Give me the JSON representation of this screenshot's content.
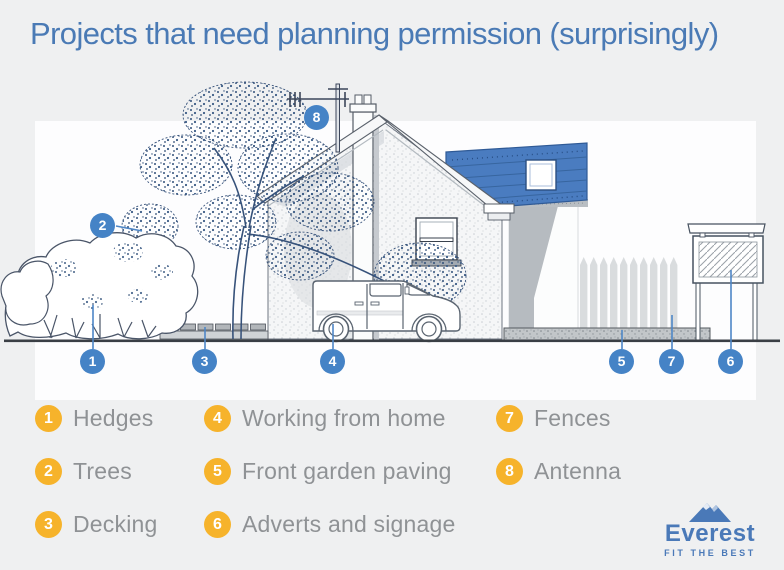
{
  "title": "Projects that need planning permission (surprisingly)",
  "legend": {
    "items": [
      {
        "num": "1",
        "label": "Hedges"
      },
      {
        "num": "2",
        "label": "Trees"
      },
      {
        "num": "3",
        "label": "Decking"
      },
      {
        "num": "4",
        "label": "Working from home"
      },
      {
        "num": "5",
        "label": "Front garden paving"
      },
      {
        "num": "6",
        "label": "Adverts and signage"
      },
      {
        "num": "7",
        "label": "Fences"
      },
      {
        "num": "8",
        "label": "Antenna"
      }
    ]
  },
  "diagram_markers": {
    "m1": "1",
    "m2": "2",
    "m3": "3",
    "m4": "4",
    "m5": "5",
    "m6": "6",
    "m7": "7",
    "m8": "8"
  },
  "brand": {
    "name": "Everest",
    "tagline": "FIT THE BEST"
  },
  "icons": {
    "logo_icon": "mountain-icon"
  },
  "colors": {
    "title_blue": "#4a7ab5",
    "marker_blue": "#4583c6",
    "legend_yellow": "#f6b32b",
    "roof_blue": "#4a7cc0",
    "legend_text_gray": "#8f9295",
    "background_gray": "#eff0f1",
    "panel_white": "#fdfdfe",
    "brand_blue": "#4a79b8"
  }
}
